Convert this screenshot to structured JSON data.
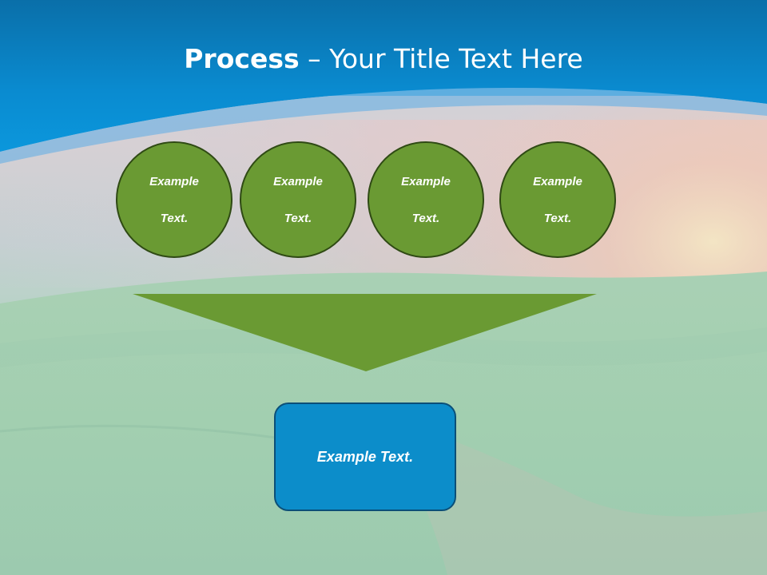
{
  "title": {
    "bold": "Process",
    "rest": " – Your Title Text Here"
  },
  "circles": [
    {
      "line1": "Example",
      "line2": "Text."
    },
    {
      "line1": "Example",
      "line2": "Text."
    },
    {
      "line1": "Example",
      "line2": "Text."
    },
    {
      "line1": "Example",
      "line2": "Text."
    }
  ],
  "result": {
    "label": "Example Text."
  },
  "colors": {
    "header_blue": "#0a84c8",
    "circle_green": "#6a9a33",
    "funnel_green": "#6a9a33",
    "box_blue": "#0c8dca"
  }
}
